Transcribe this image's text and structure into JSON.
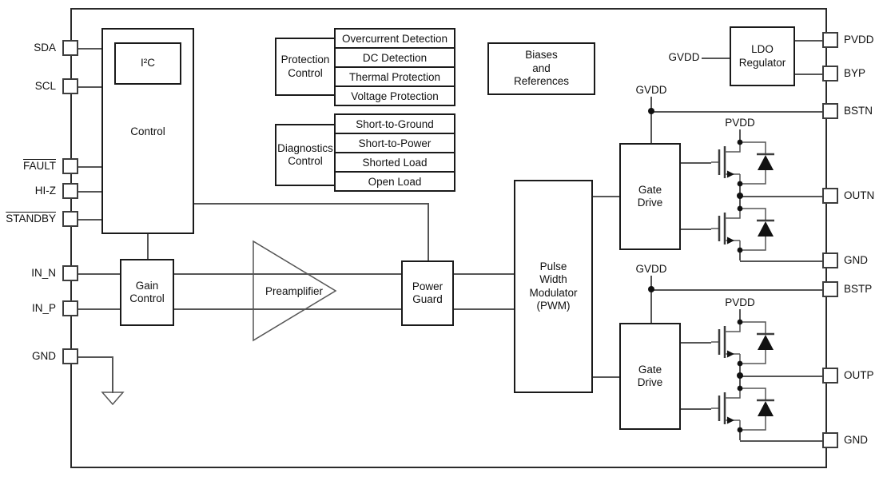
{
  "diagram": {
    "type": "amplifier-ic-functional-block-diagram"
  },
  "blocks": {
    "control": "Control",
    "i2c": "I²C",
    "protection_control": [
      "Protection",
      "Control"
    ],
    "protection_items": [
      "Overcurrent Detection",
      "DC Detection",
      "Thermal Protection",
      "Voltage Protection"
    ],
    "diagnostics_control": [
      "Diagnostics",
      "Control"
    ],
    "diagnostics_items": [
      "Short-to-Ground",
      "Short-to-Power",
      "Shorted Load",
      "Open Load"
    ],
    "biases": [
      "Biases",
      "and",
      "References"
    ],
    "ldo": [
      "LDO",
      "Regulator"
    ],
    "gain_control": [
      "Gain",
      "Control"
    ],
    "preamplifier": "Preamplifier",
    "power_guard": [
      "Power",
      "Guard"
    ],
    "pwm": [
      "Pulse",
      "Width",
      "Modulator",
      "(PWM)"
    ],
    "gate_drive_n": [
      "Gate",
      "Drive"
    ],
    "gate_drive_p": [
      "Gate",
      "Drive"
    ]
  },
  "pins": {
    "left": [
      {
        "label": "SDA"
      },
      {
        "label": "SCL"
      },
      {
        "label": "FAULT",
        "active_low": true
      },
      {
        "label": "HI-Z"
      },
      {
        "label": "STANDBY",
        "active_low": true
      },
      {
        "label": "IN_N"
      },
      {
        "label": "IN_P"
      },
      {
        "label": "GND"
      }
    ],
    "right": [
      {
        "label": "PVDD"
      },
      {
        "label": "BYP"
      },
      {
        "label": "BSTN"
      },
      {
        "label": "OUTN"
      },
      {
        "label": "GND"
      },
      {
        "label": "BSTP"
      },
      {
        "label": "OUTP"
      },
      {
        "label": "GND"
      }
    ]
  },
  "net_labels": {
    "gvdd_ldo": "GVDD",
    "gvdd_bstn": "GVDD",
    "gvdd_bstp": "GVDD",
    "pvdd_n": "PVDD",
    "pvdd_p": "PVDD"
  },
  "colors": {
    "background": "#ffffff",
    "block_border": "#1a1a1a",
    "wire": "#555555",
    "text": "#111111"
  }
}
